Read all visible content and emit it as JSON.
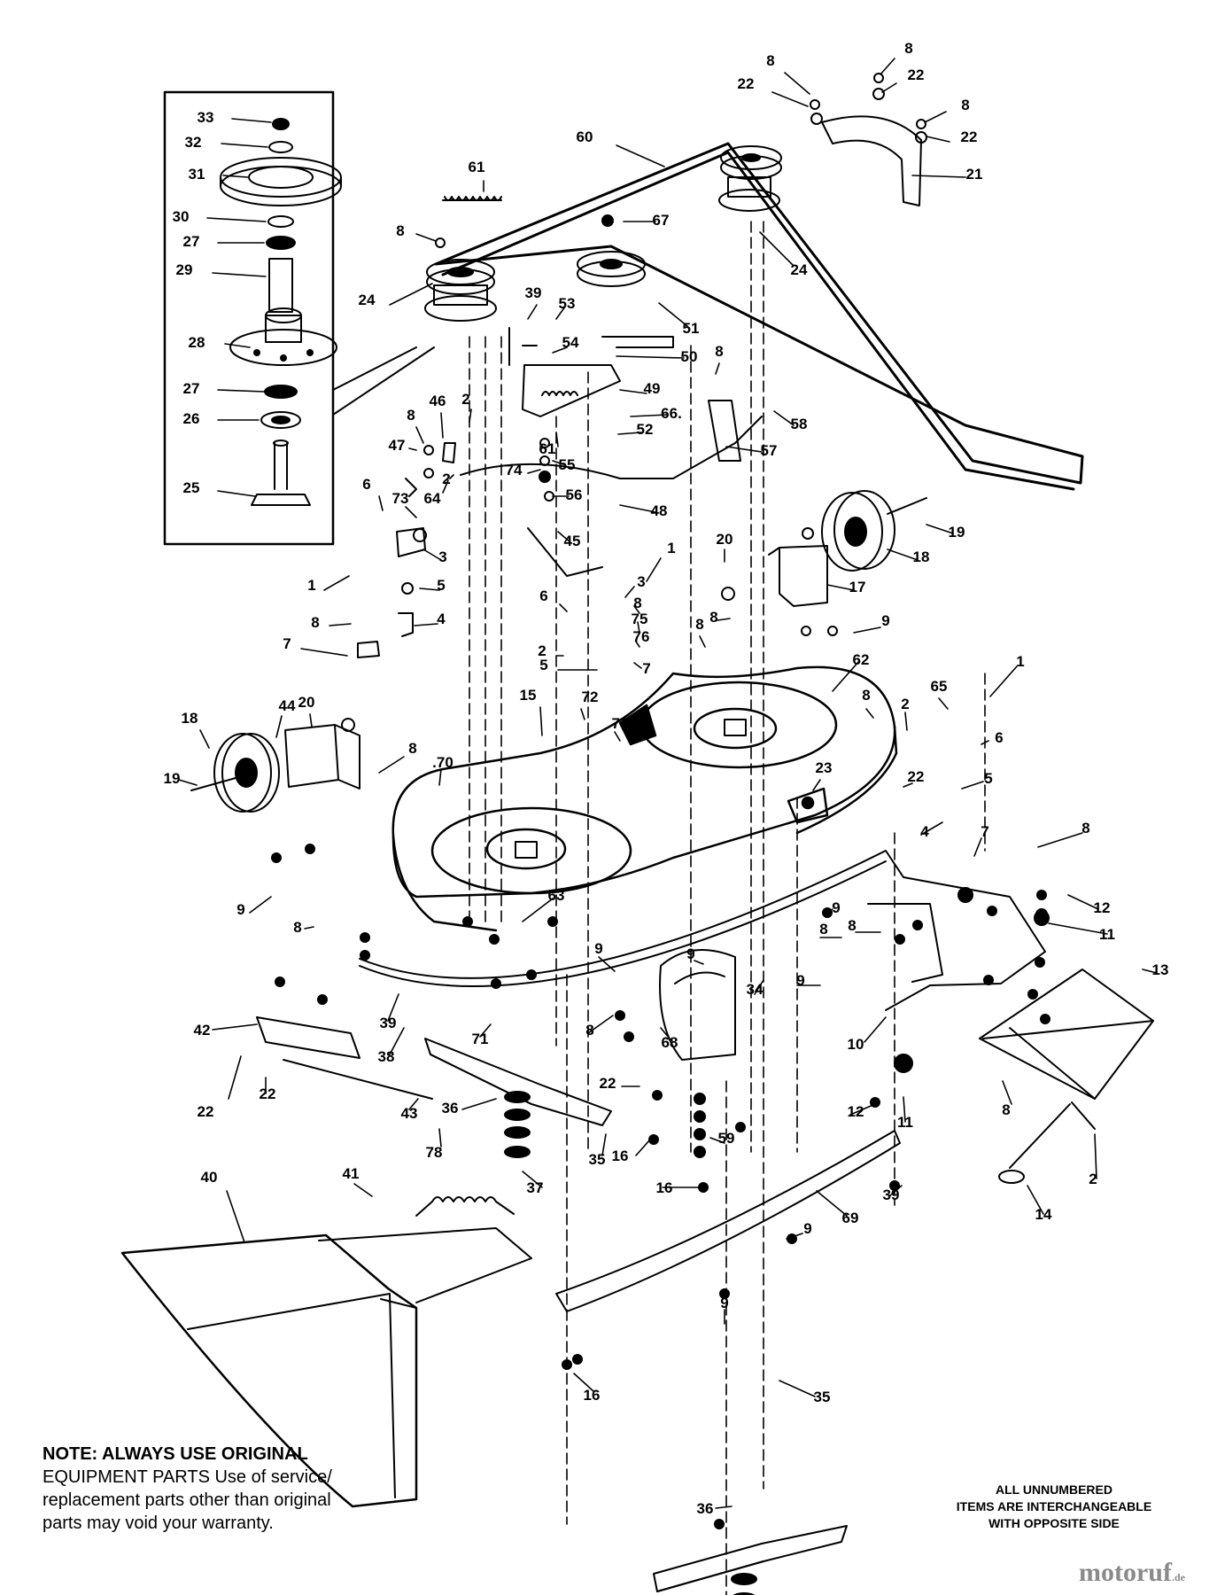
{
  "note": {
    "lead": "NOTE: ALWAYS USE ORIGINAL",
    "line2": "EQUIPMENT PARTS Use of service/",
    "line3": "replacement parts other than original",
    "line4": "parts may void your warranty."
  },
  "unnumbered_note": {
    "line1": "ALL UNNUMBERED",
    "line2": "ITEMS ARE INTERCHANGEABLE",
    "line3": "WITH OPPOSITE SIDE"
  },
  "watermark": {
    "brand": "motoruf",
    "tld": ".de"
  },
  "callouts": [
    {
      "label": "33"
    },
    {
      "label": "32"
    },
    {
      "label": "31"
    },
    {
      "label": "30"
    },
    {
      "label": "27"
    },
    {
      "label": "29"
    },
    {
      "label": "28"
    },
    {
      "label": "27"
    },
    {
      "label": "26"
    },
    {
      "label": "25"
    },
    {
      "label": "61"
    },
    {
      "label": "8"
    },
    {
      "label": "24"
    },
    {
      "label": "60"
    },
    {
      "label": "67"
    },
    {
      "label": "8"
    },
    {
      "label": "22"
    },
    {
      "label": "8"
    },
    {
      "label": "22"
    },
    {
      "label": "8"
    },
    {
      "label": "22"
    },
    {
      "label": "21"
    },
    {
      "label": "24"
    },
    {
      "label": "39"
    },
    {
      "label": "53"
    },
    {
      "label": "51"
    },
    {
      "label": "54"
    },
    {
      "label": "50"
    },
    {
      "label": "8"
    },
    {
      "label": "49"
    },
    {
      "label": "66."
    },
    {
      "label": "58"
    },
    {
      "label": "52"
    },
    {
      "label": "61"
    },
    {
      "label": "57"
    },
    {
      "label": "74"
    },
    {
      "label": "55"
    },
    {
      "label": "56"
    },
    {
      "label": "48"
    },
    {
      "label": "46"
    },
    {
      "label": "8"
    },
    {
      "label": "2"
    },
    {
      "label": "47"
    },
    {
      "label": "2"
    },
    {
      "label": "64"
    },
    {
      "label": "6"
    },
    {
      "label": "73"
    },
    {
      "label": "45"
    },
    {
      "label": "3"
    },
    {
      "label": "1"
    },
    {
      "label": "5"
    },
    {
      "label": "8"
    },
    {
      "label": "4"
    },
    {
      "label": "7"
    },
    {
      "label": "8"
    },
    {
      "label": "19"
    },
    {
      "label": "18"
    },
    {
      "label": "20"
    },
    {
      "label": "17"
    },
    {
      "label": "1"
    },
    {
      "label": "3"
    },
    {
      "label": "6"
    },
    {
      "label": "8"
    },
    {
      "label": "75"
    },
    {
      "label": "8"
    },
    {
      "label": "9"
    },
    {
      "label": "2"
    },
    {
      "label": "76"
    },
    {
      "label": "5"
    },
    {
      "label": "7"
    },
    {
      "label": "72"
    },
    {
      "label": "62"
    },
    {
      "label": "1"
    },
    {
      "label": "15"
    },
    {
      "label": "77"
    },
    {
      "label": "65"
    },
    {
      "label": "8"
    },
    {
      "label": "2"
    },
    {
      "label": "6"
    },
    {
      "label": "20"
    },
    {
      "label": "44"
    },
    {
      "label": "18"
    },
    {
      "label": "8"
    },
    {
      "label": ".70"
    },
    {
      "label": "23"
    },
    {
      "label": "22"
    },
    {
      "label": "5"
    },
    {
      "label": "19"
    },
    {
      "label": "4"
    },
    {
      "label": "7"
    },
    {
      "label": "8"
    },
    {
      "label": "9"
    },
    {
      "label": "63"
    },
    {
      "label": "9"
    },
    {
      "label": "12"
    },
    {
      "label": "8"
    },
    {
      "label": "11"
    },
    {
      "label": "8"
    },
    {
      "label": "9"
    },
    {
      "label": "8"
    },
    {
      "label": "9"
    },
    {
      "label": "34"
    },
    {
      "label": "9"
    },
    {
      "label": "13"
    },
    {
      "label": "42"
    },
    {
      "label": "39"
    },
    {
      "label": "38"
    },
    {
      "label": "71"
    },
    {
      "label": "8"
    },
    {
      "label": "68"
    },
    {
      "label": "10"
    },
    {
      "label": "8"
    },
    {
      "label": "22"
    },
    {
      "label": "22"
    },
    {
      "label": "43"
    },
    {
      "label": "36"
    },
    {
      "label": "78"
    },
    {
      "label": "22"
    },
    {
      "label": "59"
    },
    {
      "label": "12"
    },
    {
      "label": "11"
    },
    {
      "label": "16"
    },
    {
      "label": "35"
    },
    {
      "label": "37"
    },
    {
      "label": "16"
    },
    {
      "label": "39"
    },
    {
      "label": "2"
    },
    {
      "label": "40"
    },
    {
      "label": "41"
    },
    {
      "label": "69"
    },
    {
      "label": "9"
    },
    {
      "label": "14"
    },
    {
      "label": "9"
    },
    {
      "label": "16"
    },
    {
      "label": "35"
    },
    {
      "label": "36"
    },
    {
      "label": "37"
    }
  ]
}
